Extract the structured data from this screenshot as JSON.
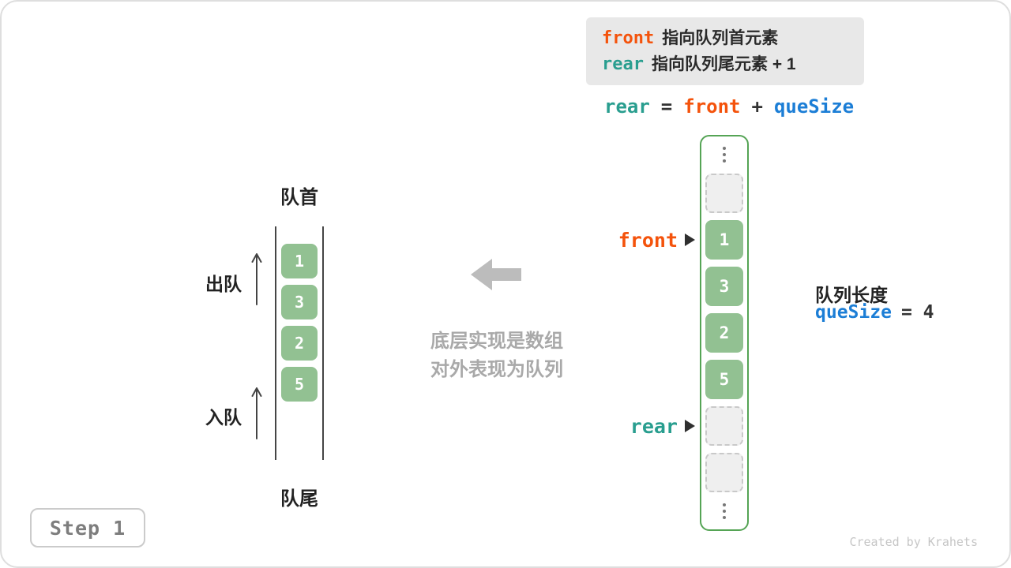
{
  "colors": {
    "front_accent": "#f4530c",
    "rear_accent": "#299e8f",
    "size_accent": "#1c7ed6",
    "cell_green": "#92c192",
    "array_border_green": "#55a455"
  },
  "legend": {
    "line1_code": "front",
    "line1_text": "指向队列首元素",
    "line2_code": "rear",
    "line2_text": "指向队列尾元素 + 1"
  },
  "formula": {
    "lhs": "rear",
    "eq": "=",
    "rhs1": "front",
    "op": "+",
    "rhs2": "queSize"
  },
  "queue": {
    "head_label": "队首",
    "tail_label": "队尾",
    "dequeue_label": "出队",
    "enqueue_label": "入队",
    "values": [
      "1",
      "3",
      "2",
      "5"
    ]
  },
  "note": {
    "line1": "底层实现是数组",
    "line2": "对外表现为队列"
  },
  "array": {
    "slots": [
      "⋮",
      "",
      "1",
      "3",
      "2",
      "5",
      "",
      "",
      "⋮"
    ],
    "front_label": "front",
    "rear_label": "rear"
  },
  "info": {
    "title": "队列长度",
    "code": "queSize",
    "value": "= 4"
  },
  "step_label": "Step 1",
  "credit": "Created by Krahets"
}
